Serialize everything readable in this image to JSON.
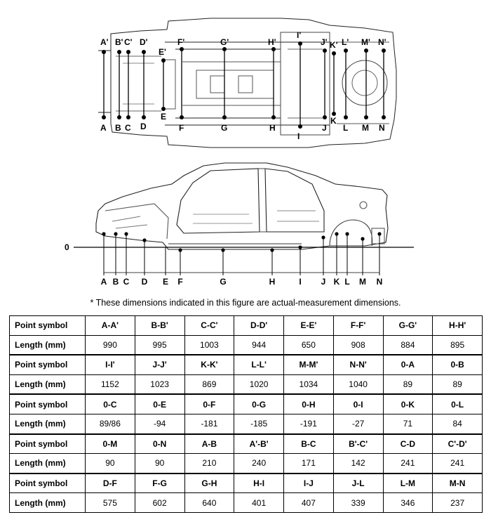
{
  "figure": {
    "top_view_labels": {
      "upper": [
        "A'",
        "B'",
        "C'",
        "D'",
        "E'",
        "F'",
        "G'",
        "H'",
        "I'",
        "J'",
        "K'",
        "L'",
        "M'",
        "N'"
      ],
      "lower": [
        "A",
        "B",
        "C",
        "D",
        "E",
        "F",
        "G",
        "H",
        "I",
        "J",
        "K",
        "L",
        "M",
        "N"
      ]
    },
    "side_view": {
      "zero_label": "0",
      "labels": [
        "A",
        "B",
        "C",
        "D",
        "E",
        "F",
        "G",
        "H",
        "I",
        "J",
        "K",
        "L",
        "M",
        "N"
      ]
    }
  },
  "note": "* These dimensions indicated in this figure are actual-measurement dimensions.",
  "table": {
    "row_label_symbol": "Point symbol",
    "row_label_length": "Length (mm)",
    "groups": [
      {
        "symbols": [
          "A-A'",
          "B-B'",
          "C-C'",
          "D-D'",
          "E-E'",
          "F-F'",
          "G-G'",
          "H-H'"
        ],
        "lengths": [
          "990",
          "995",
          "1003",
          "944",
          "650",
          "908",
          "884",
          "895"
        ]
      },
      {
        "symbols": [
          "I-I'",
          "J-J'",
          "K-K'",
          "L-L'",
          "M-M'",
          "N-N'",
          "0-A",
          "0-B"
        ],
        "lengths": [
          "1152",
          "1023",
          "869",
          "1020",
          "1034",
          "1040",
          "89",
          "89"
        ]
      },
      {
        "symbols": [
          "0-C",
          "0-E",
          "0-F",
          "0-G",
          "0-H",
          "0-I",
          "0-K",
          "0-L"
        ],
        "lengths": [
          "89/86",
          "-94",
          "-181",
          "-185",
          "-191",
          "-27",
          "71",
          "84"
        ]
      },
      {
        "symbols": [
          "0-M",
          "0-N",
          "A-B",
          "A'-B'",
          "B-C",
          "B'-C'",
          "C-D",
          "C'-D'"
        ],
        "lengths": [
          "90",
          "90",
          "210",
          "240",
          "171",
          "142",
          "241",
          "241"
        ]
      },
      {
        "symbols": [
          "D-F",
          "F-G",
          "G-H",
          "H-I",
          "I-J",
          "J-L",
          "L-M",
          "M-N"
        ],
        "lengths": [
          "575",
          "602",
          "640",
          "401",
          "407",
          "339",
          "346",
          "237"
        ]
      }
    ]
  }
}
